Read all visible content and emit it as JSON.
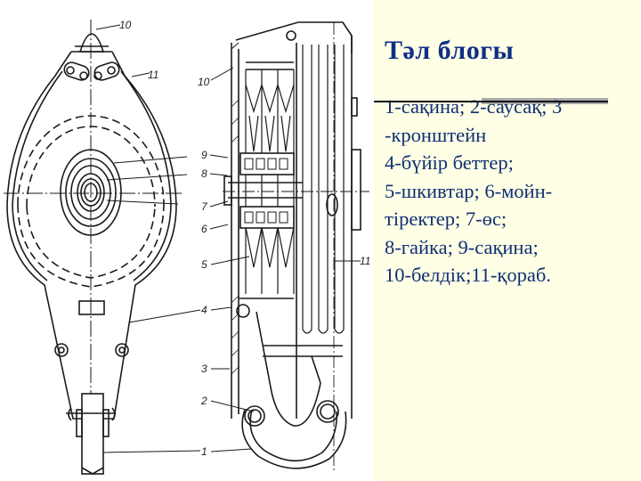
{
  "slide": {
    "title": "Тәл блогы",
    "legend_lines": [
      "1-сақина; 2-саусақ; 3",
      "-кронштейн",
      "4-бүйір беттер;",
      "5-шкивтар; 6-мойн-",
      "тіректер; 7-өс;",
      "8-гайка; 9-сақина;",
      "10-белдік;11-қораб."
    ],
    "colors": {
      "background": "#ffffe6",
      "title": "#0f2f86",
      "text": "#0f2f72",
      "highlight_bar": "#aaaaaa"
    }
  },
  "figure": {
    "description": "Pulley block technical drawing (side view and cross-section)",
    "callouts_side_view": [
      "10",
      "11"
    ],
    "callouts_section": [
      "10",
      "9",
      "8",
      "7",
      "6",
      "5",
      "4",
      "3",
      "2",
      "1",
      "11"
    ]
  }
}
